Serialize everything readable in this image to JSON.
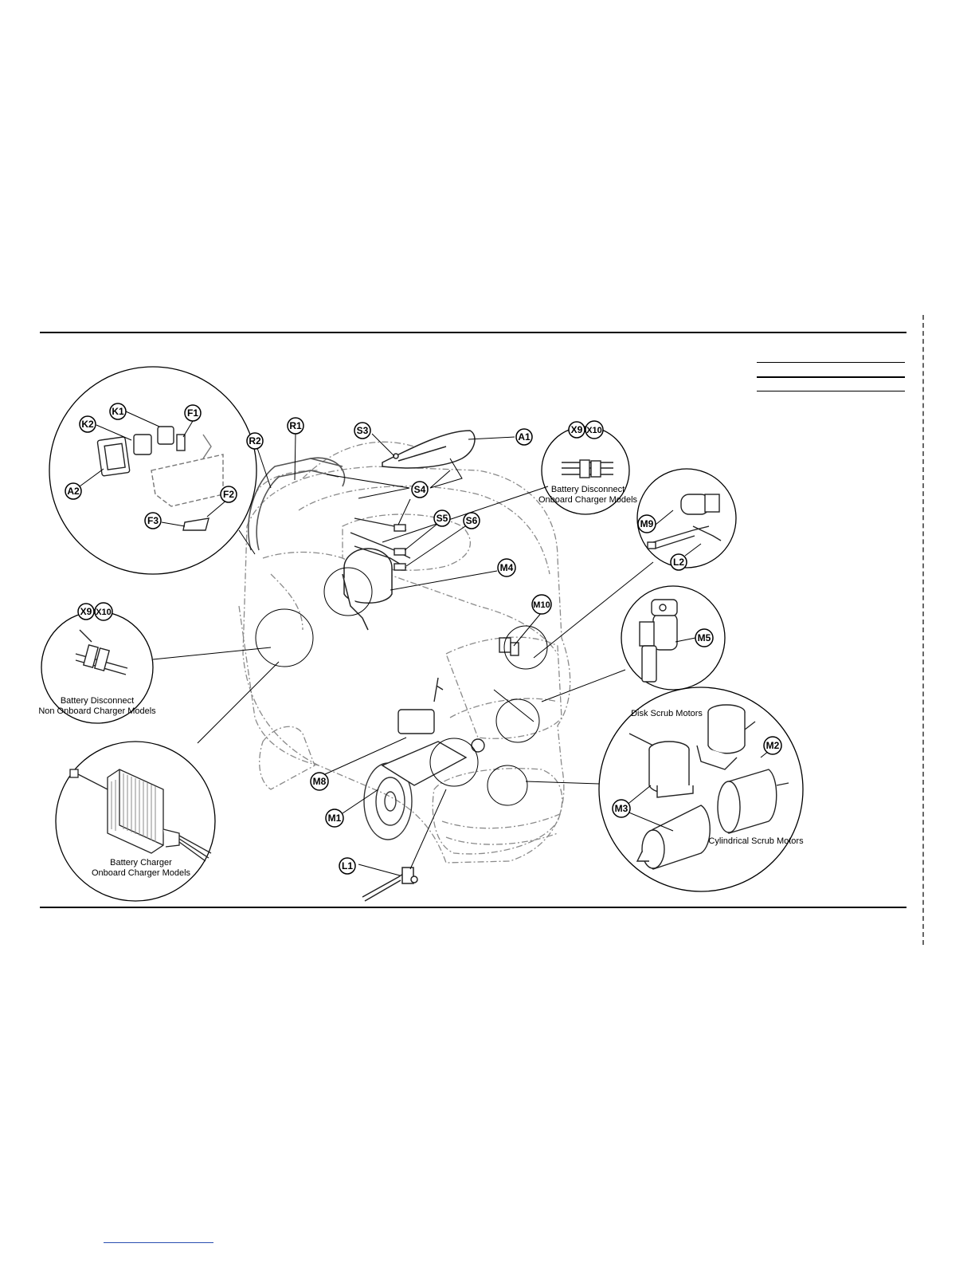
{
  "callouts": [
    {
      "id": "k1",
      "label": "K1"
    },
    {
      "id": "f1",
      "label": "F1"
    },
    {
      "id": "k2",
      "label": "K2"
    },
    {
      "id": "a2",
      "label": "A2"
    },
    {
      "id": "f2",
      "label": "F2"
    },
    {
      "id": "f3",
      "label": "F3"
    },
    {
      "id": "r2",
      "label": "R2"
    },
    {
      "id": "r1",
      "label": "R1"
    },
    {
      "id": "s3",
      "label": "S3"
    },
    {
      "id": "a1",
      "label": "A1"
    },
    {
      "id": "s4",
      "label": "S4"
    },
    {
      "id": "s5",
      "label": "S5"
    },
    {
      "id": "s6",
      "label": "S6"
    },
    {
      "id": "m4",
      "label": "M4"
    },
    {
      "id": "m10",
      "label": "M10"
    },
    {
      "id": "x9-top",
      "label": "X9"
    },
    {
      "id": "x10-top",
      "label": "X10"
    },
    {
      "id": "m9",
      "label": "M9"
    },
    {
      "id": "l2",
      "label": "L2"
    },
    {
      "id": "m5",
      "label": "M5"
    },
    {
      "id": "x9-left",
      "label": "X9"
    },
    {
      "id": "x10-left",
      "label": "X10"
    },
    {
      "id": "m2",
      "label": "M2"
    },
    {
      "id": "m3",
      "label": "M3"
    },
    {
      "id": "m8",
      "label": "M8"
    },
    {
      "id": "m1",
      "label": "M1"
    },
    {
      "id": "l1",
      "label": "L1"
    }
  ],
  "captions": {
    "battery_disconnect_onboard_1": "Battery Disconnect",
    "battery_disconnect_onboard_2": "Onboard Charger Models",
    "battery_disconnect_non_onboard_1": "Battery Disconnect",
    "battery_disconnect_non_onboard_2": "Non Onboard Charger Models",
    "battery_charger_1": "Battery Charger",
    "battery_charger_2": "Onboard Charger Models",
    "disk_scrub_motors": "Disk Scrub Motors",
    "cylindrical_scrub_motors": "Cylindrical Scrub Motors"
  },
  "colors": {
    "ink": "#000000",
    "ghost_machine": "#8a8a8a",
    "page_link": "#2a4fb0",
    "edge_dash": "#666666"
  }
}
